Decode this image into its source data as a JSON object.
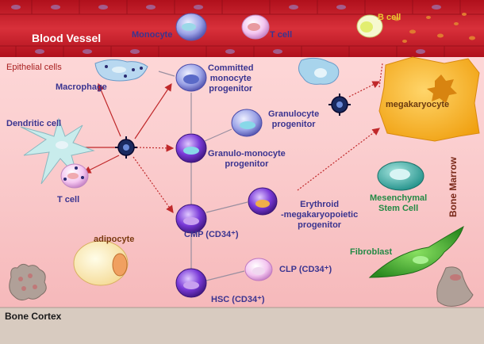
{
  "regions": {
    "blood_vessel": "Blood Vessel",
    "epithelial_cells": "Epithelial cells",
    "bone_marrow": "Bone Marrow",
    "bone_cortex": "Bone Cortex"
  },
  "cells": {
    "monocyte": "Monocyte",
    "t_cell_vessel": "T cell",
    "b_cell": "B cell",
    "macrophage": "Macrophage",
    "committed_monocyte_progenitor": [
      "Committed",
      "monocyte",
      "progenitor"
    ],
    "granulocyte_progenitor": [
      "Granulocyte",
      "progenitor"
    ],
    "megakaryocyte": "megakaryocyte",
    "dendritic_cell": "Dendritic cell",
    "granulo_monocyte_progenitor": [
      "Granulo-monocyte",
      "progenitor"
    ],
    "t_cell_tissue": "T cell",
    "mesenchymal_stem_cell": [
      "Mesenchymal",
      "Stem Cell"
    ],
    "erythroid_megakaryopoietic_progenitor": [
      "Erythroid",
      "-megakaryopoietic",
      "progenitor"
    ],
    "cmp": "CMP (CD34⁺)",
    "adipocyte": "adipocyte",
    "fibroblast": "Fibroblast",
    "clp": "CLP (CD34⁺)",
    "hsc": "HSC (CD34⁺)"
  },
  "colors": {
    "vessel": "#c8202a",
    "tissue": "#f8c4c6",
    "cortex": "#d8cbc0",
    "label_blue": "#3a3490",
    "label_green": "#238a45",
    "label_brown": "#7a3a10",
    "arrow_red": "#c0282a",
    "line_gray": "#9a8fa0"
  }
}
